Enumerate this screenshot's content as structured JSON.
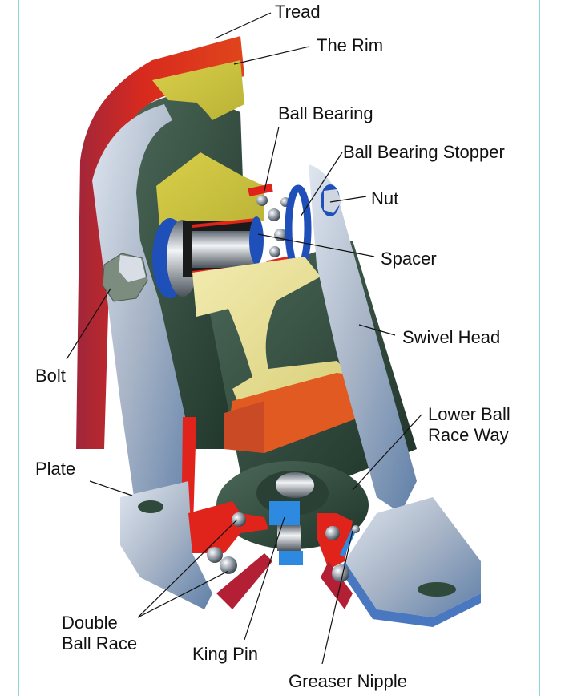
{
  "diagram": {
    "subject": "Swivel caster cutaway",
    "labels": {
      "tread": "Tread",
      "rim": "The Rim",
      "ball_bearing": "Ball Bearing",
      "ball_bearing_stopper": "Ball Bearing Stopper",
      "nut": "Nut",
      "spacer": "Spacer",
      "swivel_head": "Swivel Head",
      "bolt": "Bolt",
      "lower_ball_race_way_1": "Lower Ball",
      "lower_ball_race_way_2": "Race Way",
      "plate": "Plate",
      "double_ball_race_1": "Double",
      "double_ball_race_2": "Ball Race",
      "king_pin": "King Pin",
      "greaser_nipple": "Greaser Nipple"
    },
    "colors": {
      "frame": "#8fd6d6",
      "tread": "#d8261c",
      "rim": "#c9c23a",
      "metal": "#a9b6c8",
      "dark_metal": "#2f4a3a",
      "blue_part": "#2a6fd6",
      "cut_red": "#e0231b"
    }
  }
}
